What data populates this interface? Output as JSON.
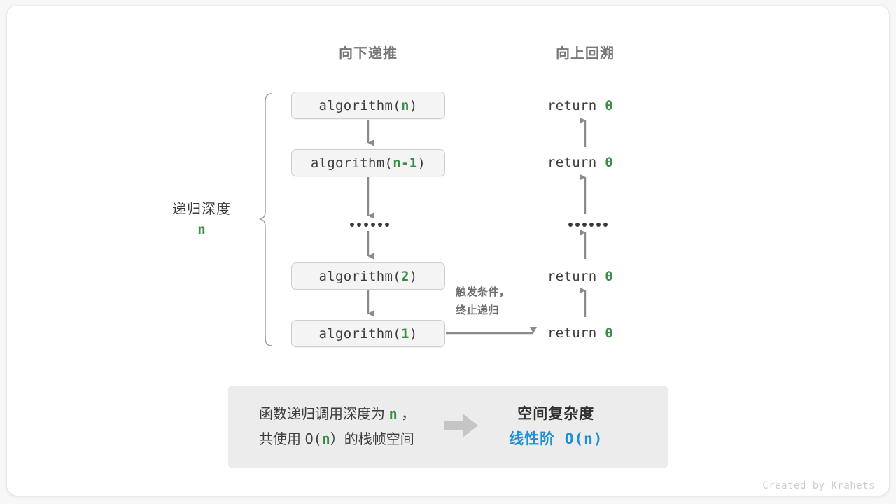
{
  "headers": {
    "down": "向下递推",
    "up": "向上回溯"
  },
  "side_label": {
    "title": "递归深度",
    "value": "n"
  },
  "call_stack": [
    {
      "prefix": "algorithm(",
      "arg": "n",
      "suffix": ")"
    },
    {
      "prefix": "algorithm(",
      "arg": "n-1",
      "suffix": ")"
    },
    {
      "ellipsis": "••••••"
    },
    {
      "prefix": "algorithm(",
      "arg": "2",
      "suffix": ")"
    },
    {
      "prefix": "algorithm(",
      "arg": "1",
      "suffix": ")"
    }
  ],
  "returns": [
    {
      "keyword": "return",
      "value": "0"
    },
    {
      "keyword": "return",
      "value": "0"
    },
    {
      "ellipsis": "••••••"
    },
    {
      "keyword": "return",
      "value": "0"
    },
    {
      "keyword": "return",
      "value": "0"
    }
  ],
  "trigger_note": {
    "line1": "触发条件，",
    "line2": "终止递归"
  },
  "summary": {
    "left_line1_a": "函数递归调用深度为",
    "left_line1_n": "n",
    "left_line1_b": "，",
    "left_line2_a": "共使用",
    "left_line2_o": "O(",
    "left_line2_n": "n",
    "left_line2_c": "）",
    "left_line2_b": "的栈帧空间",
    "arrow_icon": "block-arrow-right-icon",
    "right_title": "空间复杂度",
    "right_value_label": "线性阶",
    "right_value_mono": "O(n)"
  },
  "credit": "Created by Krahets",
  "colors": {
    "accent_green": "#3c8c4a",
    "accent_blue": "#1f8fd6",
    "text": "#3d3d3d",
    "muted": "#777777",
    "box_fill": "#f4f4f4",
    "panel_fill": "#ececec",
    "arrow_gray": "#8a8a8a"
  }
}
